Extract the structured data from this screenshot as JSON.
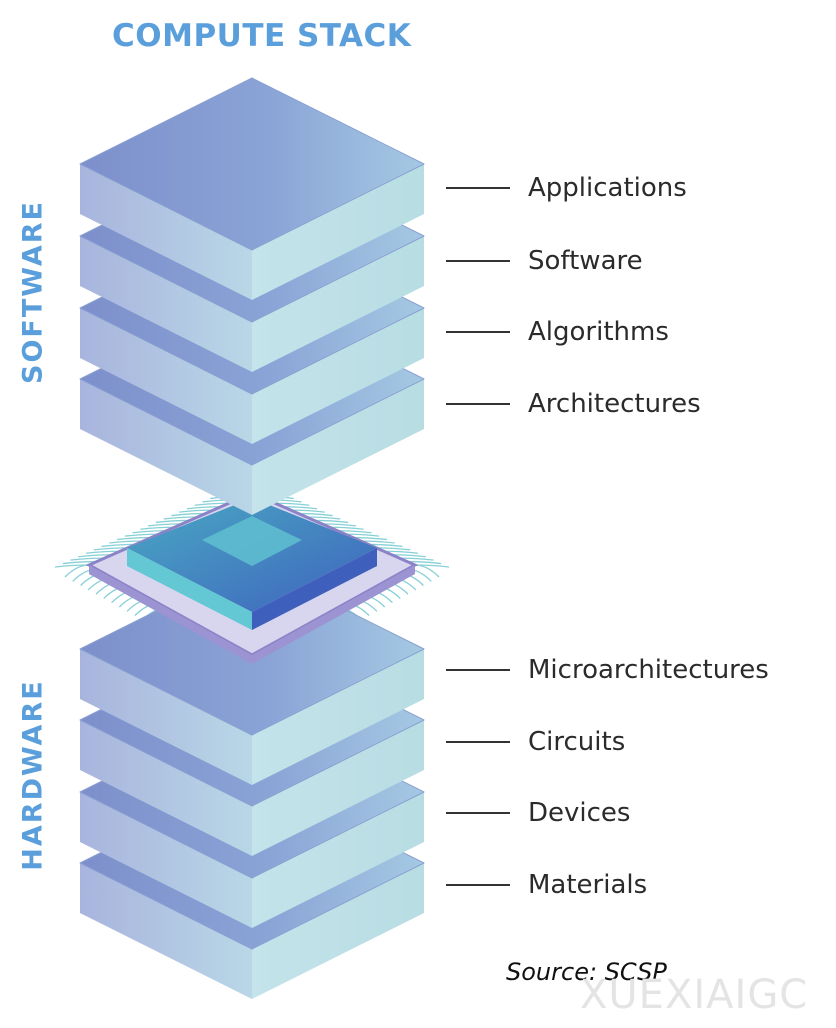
{
  "title": "COMPUTE STACK",
  "groups": {
    "software": "SOFTWARE",
    "hardware": "HARDWARE"
  },
  "software_layers": [
    "Applications",
    "Software",
    "Algorithms",
    "Architectures"
  ],
  "hardware_layers": [
    "Microarchitectures",
    "Circuits",
    "Devices",
    "Materials"
  ],
  "source": "Source: SCSP",
  "watermark": "XUEXIAIGC",
  "colors": {
    "title_blue": "#5a9fdb",
    "layer_top_dark": "#7f93cc",
    "layer_top_light": "#9fc3e0",
    "layer_side_light": "#bde0e6",
    "chip_teal": "#4fb8c8",
    "chip_blue": "#4d6fc4",
    "chip_pins": "#7fcfd3"
  }
}
